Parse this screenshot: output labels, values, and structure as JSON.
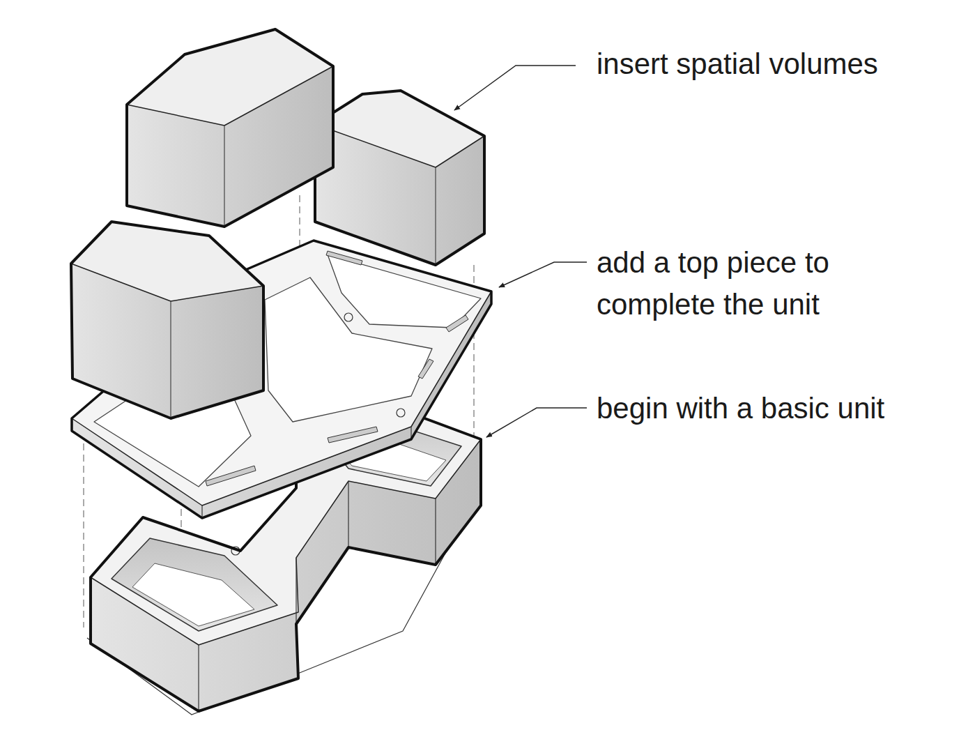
{
  "diagram": {
    "labels": [
      "insert spatial volumes",
      "add a top piece to complete the unit",
      "begin with a basic unit"
    ]
  }
}
